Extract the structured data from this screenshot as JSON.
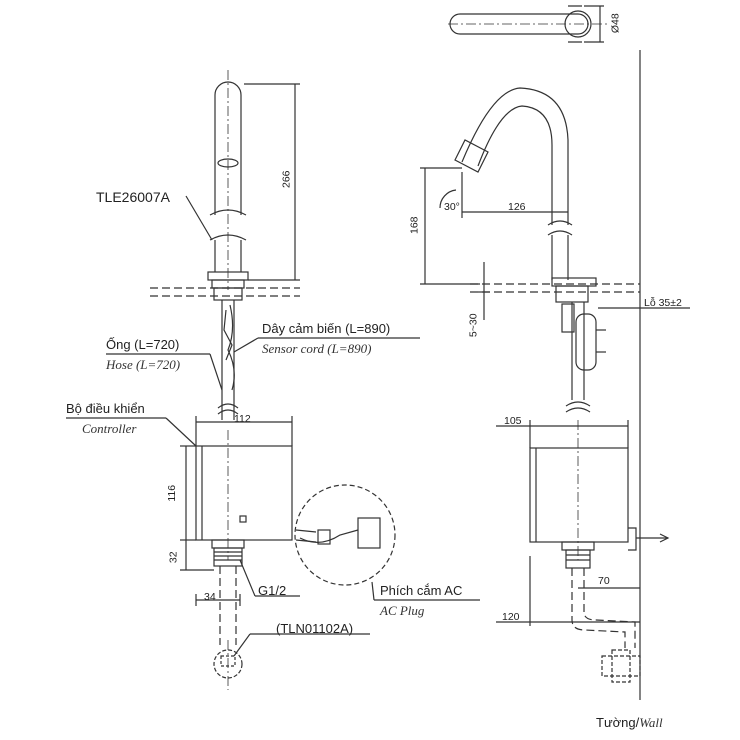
{
  "labels": {
    "model": "TLE26007A",
    "sensor_cord_vi": "Dây cảm biến (L=890)",
    "sensor_cord_en": "Sensor cord (L=890)",
    "hose_vi": "Ống (L=720)",
    "hose_en": "Hose (L=720)",
    "controller_vi": "Bộ điều khiển",
    "controller_en": "Controller",
    "thread": "G1/2",
    "valve_model": "(TLN01102A)",
    "plug_vi": "Phích cắm AC",
    "plug_en": "AC Plug",
    "wall_vi": "Tường/",
    "wall_en": "Wall",
    "hole": "Lỗ 35±2"
  },
  "dimensions": {
    "d48": "Ø48",
    "d266": "266",
    "d168": "168",
    "d126": "126",
    "d30deg": "30°",
    "d5_30": "5~30",
    "d112": "112",
    "d105": "105",
    "d116": "116",
    "d32": "32",
    "d34": "34",
    "d70": "70",
    "d120": "120"
  },
  "colors": {
    "line": "#333333",
    "dashed": "#444444",
    "background": "#ffffff"
  }
}
